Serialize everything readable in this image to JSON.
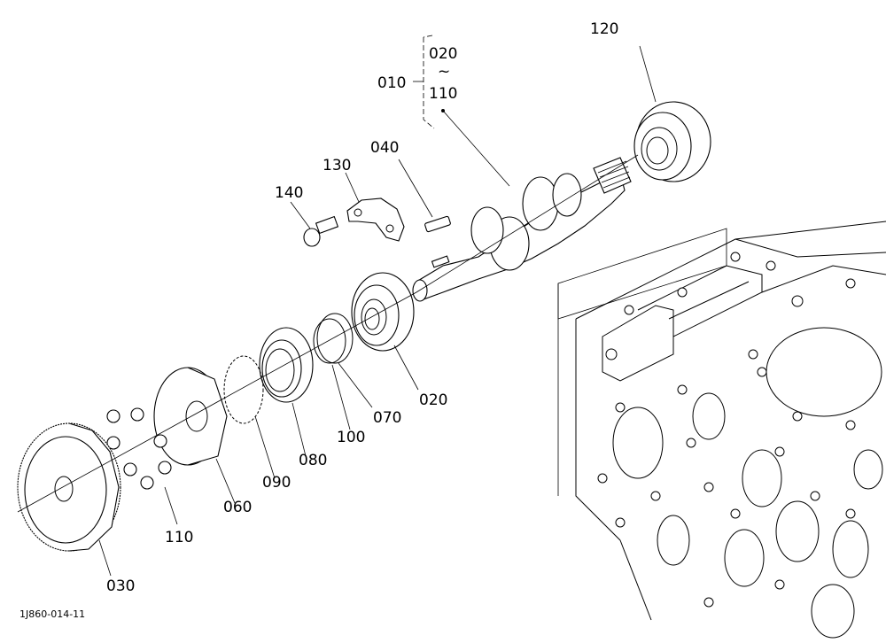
{
  "labels": {
    "p010": "010",
    "p020a": "020",
    "tilde": "~",
    "p110a": "110",
    "p120": "120",
    "p040": "040",
    "p130": "130",
    "p140": "140",
    "p020": "020",
    "p070": "070",
    "p100": "100",
    "p080": "080",
    "p090": "090",
    "p060": "060",
    "p110": "110",
    "p030": "030"
  },
  "figure_code": "1J860-014-11"
}
